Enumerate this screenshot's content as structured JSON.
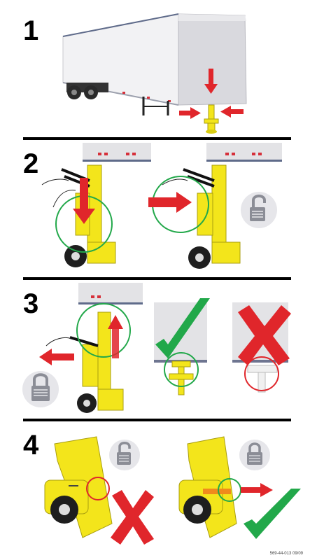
{
  "steps": [
    {
      "number": "1"
    },
    {
      "number": "2"
    },
    {
      "number": "3"
    },
    {
      "number": "4"
    }
  ],
  "footer": {
    "code": "569-44-013 09/09"
  },
  "colors": {
    "yellow": "#f3e51b",
    "red": "#e0262b",
    "green": "#22a84a",
    "trailer_gray": "#e3e3e6",
    "lock_bg": "#e6e6ea",
    "lock_gray": "#8b8d96"
  }
}
